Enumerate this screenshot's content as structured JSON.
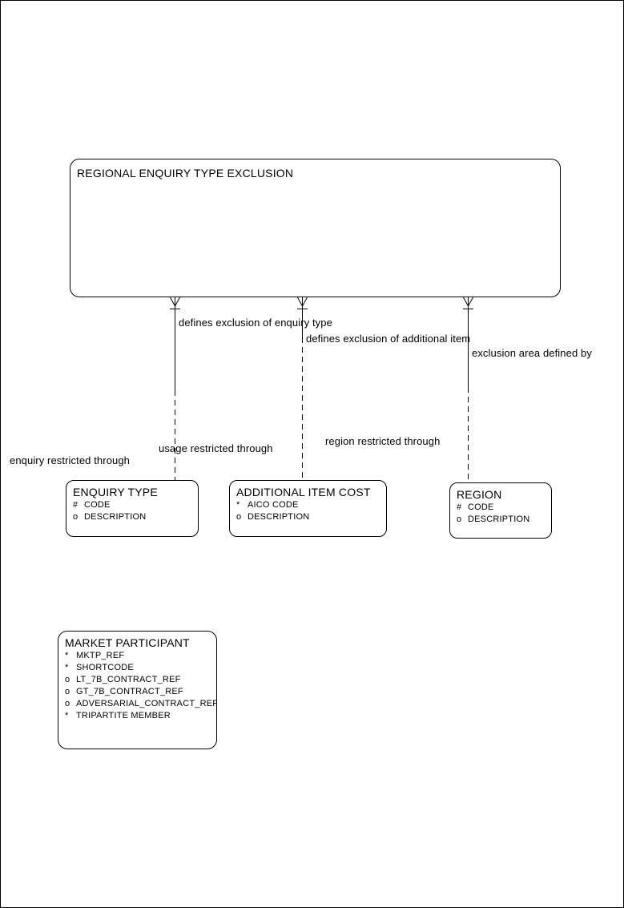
{
  "colors": {
    "background": "#ffffff",
    "ink": "#000000"
  },
  "root_entity": {
    "title": "REGIONAL ENQUIRY TYPE EXCLUSION"
  },
  "relationships": [
    {
      "near_label": "defines exclusion of enquiry type",
      "far_label": "enquiry restricted through"
    },
    {
      "near_label": "defines exclusion of additional item",
      "far_label": "usage restricted through"
    },
    {
      "near_label": "exclusion area defined by",
      "far_label": "region restricted through"
    }
  ],
  "entities": [
    {
      "title": "ENQUIRY TYPE",
      "attributes": [
        {
          "prefix": "#",
          "name": "CODE"
        },
        {
          "prefix": "o",
          "name": "DESCRIPTION"
        }
      ]
    },
    {
      "title": "ADDITIONAL ITEM COST",
      "attributes": [
        {
          "prefix": "*",
          "name": "AICO CODE"
        },
        {
          "prefix": "o",
          "name": "DESCRIPTION"
        }
      ]
    },
    {
      "title": "REGION",
      "attributes": [
        {
          "prefix": "#",
          "name": "CODE"
        },
        {
          "prefix": "o",
          "name": "DESCRIPTION"
        }
      ]
    },
    {
      "title": "MARKET PARTICIPANT",
      "attributes": [
        {
          "prefix": "*",
          "name": "MKTP_REF"
        },
        {
          "prefix": "*",
          "name": "SHORTCODE"
        },
        {
          "prefix": "o",
          "name": "LT_7B_CONTRACT_REF"
        },
        {
          "prefix": "o",
          "name": "GT_7B_CONTRACT_REF"
        },
        {
          "prefix": "o",
          "name": "ADVERSARIAL_CONTRACT_REF"
        },
        {
          "prefix": "*",
          "name": "TRIPARTITE MEMBER"
        }
      ]
    }
  ]
}
